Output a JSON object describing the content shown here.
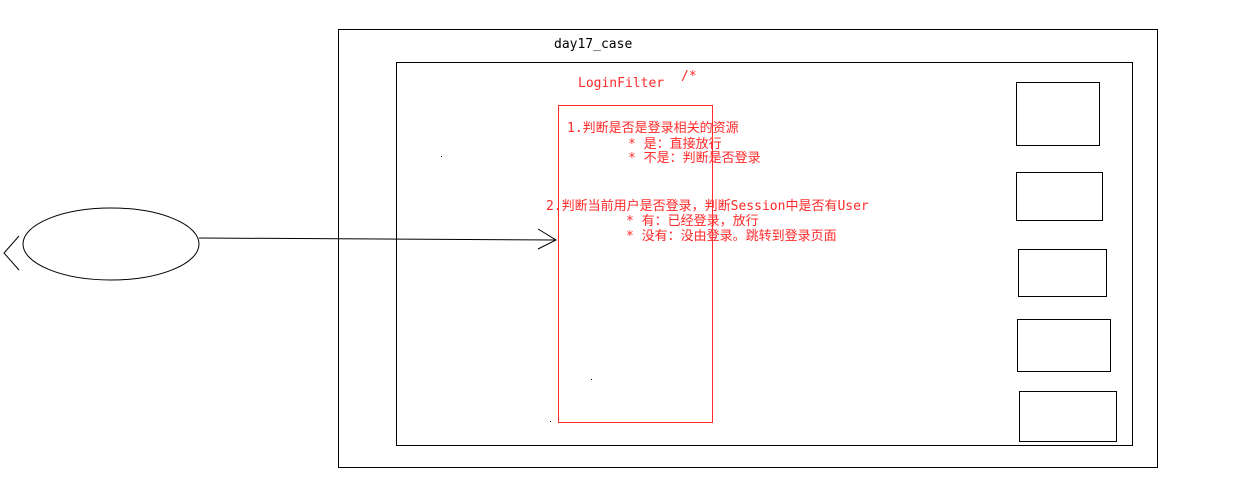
{
  "diagram": {
    "outer_title": "day17_case",
    "filter_name": "LoginFilter",
    "filter_pattern": "/*",
    "notes": {
      "line1": "1.判断是否是登录相关的资源",
      "line2": "* 是：直接放行",
      "line3": "* 不是：判断是否登录",
      "line4": "2.判断当前用户是否登录，判断Session中是否有User",
      "line5": "* 有：已经登录，放行",
      "line6": "* 没有：没由登录。跳转到登录页面"
    },
    "colors": {
      "stroke": "#000000",
      "filter": "#ff2a2a"
    }
  }
}
